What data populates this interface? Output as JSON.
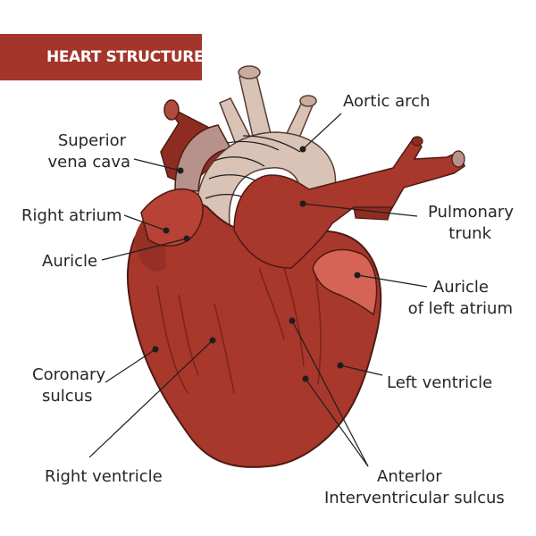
{
  "banner": {
    "title": "HEART STRUCTURE"
  },
  "labels": {
    "aortic_arch": "Aortic arch",
    "superior_vena_cava": [
      "Superior",
      "vena cava"
    ],
    "right_atrium": "Right atrium",
    "auricle": "Auricle",
    "pulmonary_trunk": [
      "Pulmonary",
      "trunk"
    ],
    "auricle_left_atrium": [
      "Auricle",
      "of left atrium"
    ],
    "coronary_sulcus": [
      "Coronary",
      "sulcus"
    ],
    "left_ventricle": "Left ventricle",
    "right_ventricle": "Right ventricle",
    "interventricular_sulcus": [
      "Anterlor",
      "Interventricular sulcus"
    ]
  },
  "colors": {
    "banner": "#a3352a",
    "heart": "#a8372c",
    "heart_dark": "#7d2319",
    "aorta": "#d9c2b6",
    "auricle_left": "#d66456",
    "vessel": "#8f2c22"
  }
}
